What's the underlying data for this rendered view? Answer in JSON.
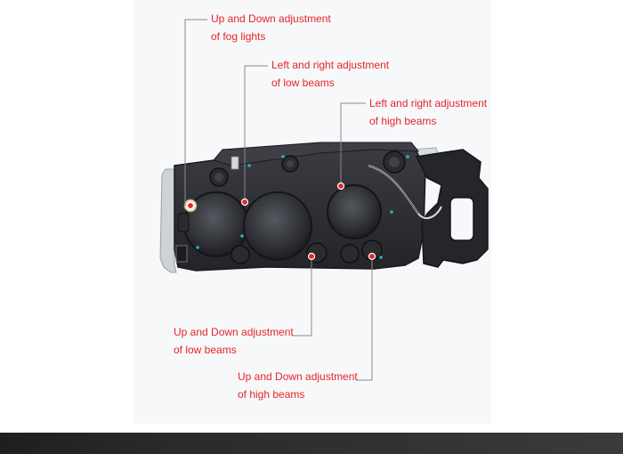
{
  "callouts": {
    "fog_updown": {
      "line1": "Up and Down adjustment",
      "line2": "of fog lights"
    },
    "low_leftright": {
      "line1": "Left and right adjustment",
      "line2": "of low beams"
    },
    "high_leftright": {
      "line1": "Left and right adjustment",
      "line2": "of high beams"
    },
    "low_updown": {
      "line1": "Up and Down adjustment",
      "line2": "of low beams"
    },
    "high_updown": {
      "line1": "Up and Down adjustment",
      "line2": "of high beams"
    }
  },
  "colors": {
    "label": "#e3262a",
    "leader": "#8a8a8a",
    "housing": "#2b2d31",
    "marker": "#e3262a"
  },
  "icons": [
    "headlight-assembly-image",
    "adjuster-marker-dot"
  ]
}
